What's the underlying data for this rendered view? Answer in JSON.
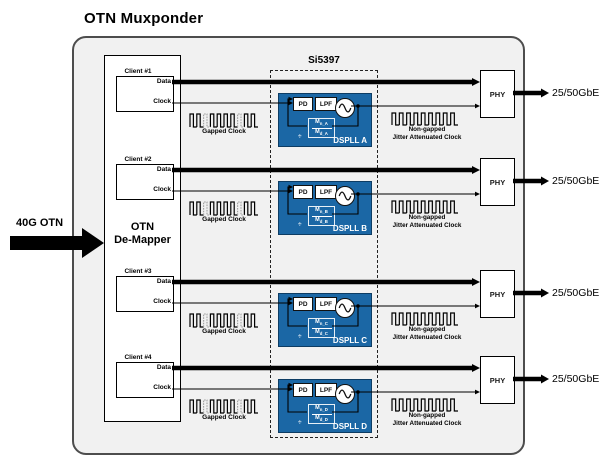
{
  "title": "OTN Muxponder",
  "input": {
    "label": "40G OTN"
  },
  "demapper": {
    "line1": "OTN",
    "line2": "De-Mapper"
  },
  "chip": {
    "label": "Si5397"
  },
  "colors": {
    "dspll_blue": "#1b67a5",
    "container_fill": "#f1f1f1",
    "gap_gray": "#9f9f9f"
  },
  "rows": [
    {
      "client_label": "Client #1",
      "data_label": "Data",
      "clock_label": "Clock",
      "gapped_clock_label": "Gapped Clock",
      "pd_label": "PD",
      "lpf_label": "LPF",
      "div_symbol": "÷",
      "m_num_main": "M",
      "m_num_sub": "n_A",
      "m_den_main": "M",
      "m_den_sub": "d_A",
      "dspll_label": "DSPLL A",
      "nongapped_line1": "Non-gapped",
      "nongapped_line2": "Jitter Attenuated Clock",
      "phy_label": "PHY",
      "output_label": "25/50GbE"
    },
    {
      "client_label": "Client #2",
      "data_label": "Data",
      "clock_label": "Clock",
      "gapped_clock_label": "Gapped Clock",
      "pd_label": "PD",
      "lpf_label": "LPF",
      "div_symbol": "÷",
      "m_num_main": "M",
      "m_num_sub": "n_B",
      "m_den_main": "M",
      "m_den_sub": "d_B",
      "dspll_label": "DSPLL B",
      "nongapped_line1": "Non-gapped",
      "nongapped_line2": "Jitter Attenuated Clock",
      "phy_label": "PHY",
      "output_label": "25/50GbE"
    },
    {
      "client_label": "Client #3",
      "data_label": "Data",
      "clock_label": "Clock",
      "gapped_clock_label": "Gapped Clock",
      "pd_label": "PD",
      "lpf_label": "LPF",
      "div_symbol": "÷",
      "m_num_main": "M",
      "m_num_sub": "n_C",
      "m_den_main": "M",
      "m_den_sub": "d_C",
      "dspll_label": "DSPLL C",
      "nongapped_line1": "Non-gapped",
      "nongapped_line2": "Jitter Attenuated Clock",
      "phy_label": "PHY",
      "output_label": "25/50GbE"
    },
    {
      "client_label": "Client #4",
      "data_label": "Data",
      "clock_label": "Clock",
      "gapped_clock_label": "Gapped Clock",
      "pd_label": "PD",
      "lpf_label": "LPF",
      "div_symbol": "÷",
      "m_num_main": "M",
      "m_num_sub": "n_D",
      "m_den_main": "M",
      "m_den_sub": "d_D",
      "dspll_label": "DSPLL D",
      "nongapped_line1": "Non-gapped",
      "nongapped_line2": "Jitter Attenuated Clock",
      "phy_label": "PHY",
      "output_label": "25/50GbE"
    }
  ]
}
